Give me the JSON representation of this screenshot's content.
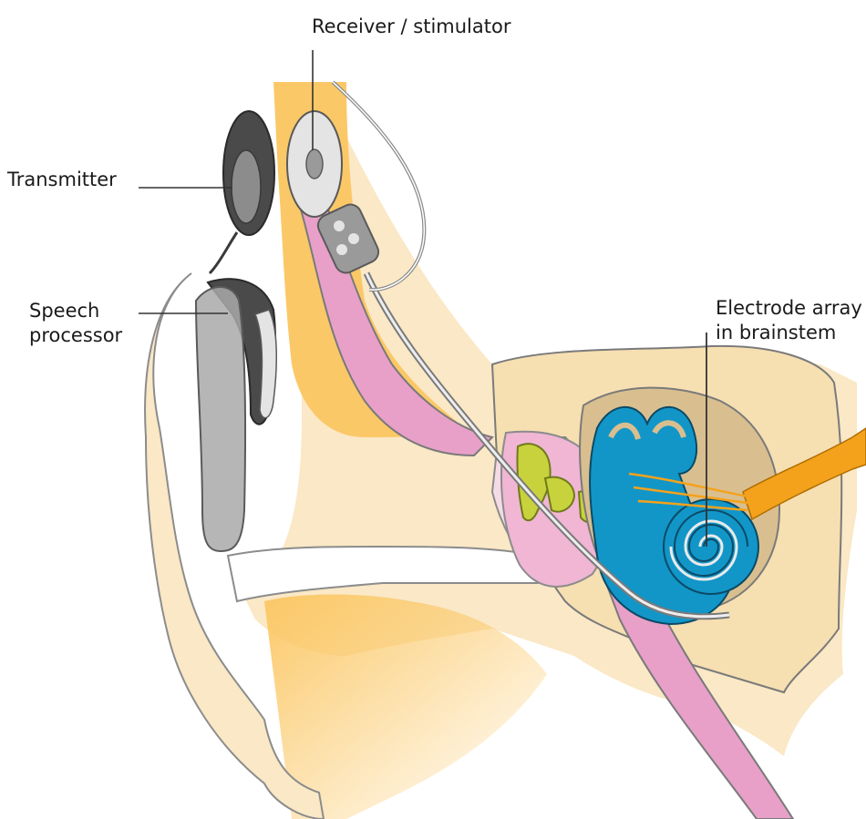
{
  "labels": {
    "receiver": "Receiver / stimulator",
    "transmitter": "Transmitter",
    "speech_line1": "Speech",
    "speech_line2": "processor",
    "electrode_line1": "Electrode array",
    "electrode_line2": "in brainstem"
  },
  "colors": {
    "skin": "#fae8c6",
    "bone": "#fbc867",
    "mucosa": "#e8a0c8",
    "cochlea": "#1296c8",
    "ossicles": "#c8d23c",
    "nerve": "#f4a21c",
    "device_dark": "#4a4a4a",
    "device_light": "#e4e4e4",
    "outline": "#8c8c8c"
  }
}
